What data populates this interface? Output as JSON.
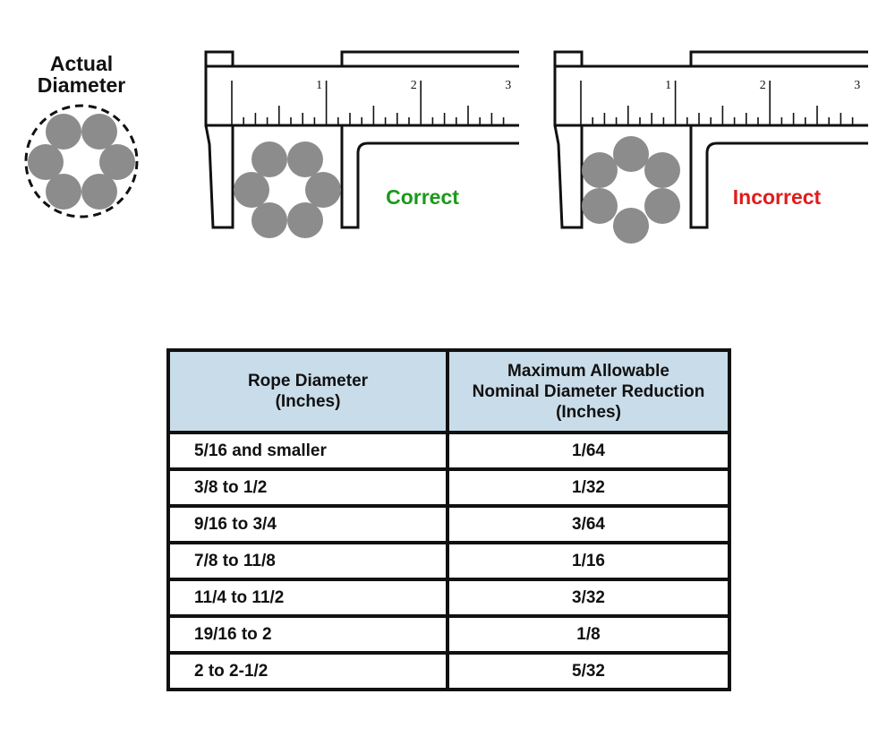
{
  "labels": {
    "actual_line1": "Actual",
    "actual_line2": "Diameter",
    "correct": "Correct",
    "incorrect": "Incorrect"
  },
  "scale_numbers": [
    "1",
    "2",
    "3"
  ],
  "colors": {
    "correct": "#1a9a1a",
    "incorrect": "#e01b1b",
    "wire": "#8c8c8c",
    "header_bg": "#c9dce9"
  },
  "table": {
    "headers": [
      "Rope Diameter\n(Inches)",
      "Maximum Allowable\nNominal Diameter Reduction\n(Inches)"
    ],
    "rows": [
      [
        "5/16 and smaller",
        "1/64"
      ],
      [
        "3/8 to 1/2",
        "1/32"
      ],
      [
        "9/16 to 3/4",
        "3/64"
      ],
      [
        "7/8 to 11/8",
        "1/16"
      ],
      [
        "11/4 to 11/2",
        "3/32"
      ],
      [
        "19/16 to 2",
        "1/8"
      ],
      [
        "2 to 2-1/2",
        "5/32"
      ]
    ]
  }
}
